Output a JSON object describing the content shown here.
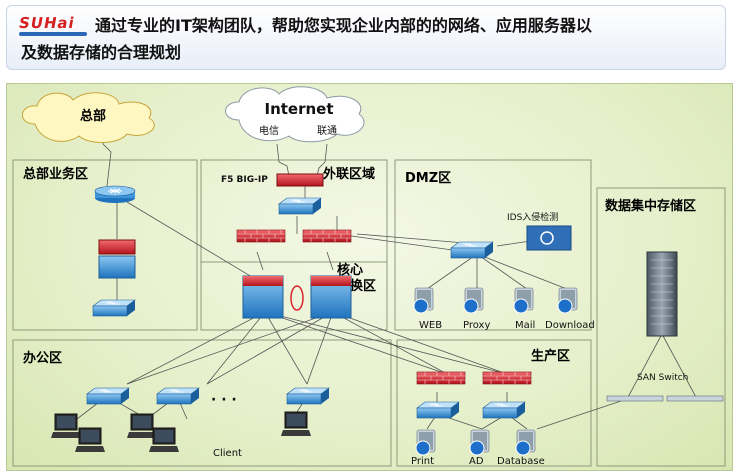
{
  "header": {
    "logo": "SUHai",
    "title_line1": "通过专业的IT架构团队，帮助您实现企业内部的的网络、应用服务器以",
    "title_line2": "及数据存储的合理规划"
  },
  "clouds": {
    "hq": "总部",
    "internet": "Internet",
    "telecom": "电信",
    "unicom": "联通"
  },
  "zones": {
    "hq_business": "总部业务区",
    "external": "外联区域",
    "dmz": "DMZ区",
    "core_line1": "核心",
    "core_line2": "交换区",
    "storage": "数据集中存储区",
    "office": "办公区",
    "production": "生产区"
  },
  "devices": {
    "f5": "F5 BIG-IP",
    "ids": "IDS入侵检测",
    "san_switch": "SAN Switch",
    "client": "Client",
    "dots": "· · ·"
  },
  "dmz_services": [
    "WEB",
    "Proxy",
    "Mail",
    "Download"
  ],
  "prod_services": [
    "Print",
    "AD",
    "Database"
  ],
  "colors": {
    "switch_blue": "#2f8fd6",
    "firewall_red": "#d8262e",
    "zone_border": "#8d9a7a",
    "link": "#555555"
  }
}
